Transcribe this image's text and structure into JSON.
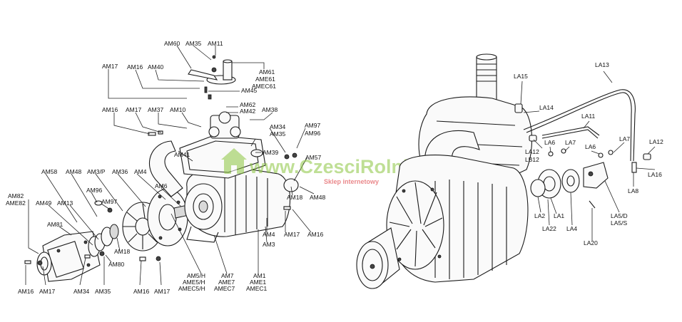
{
  "watermark": {
    "site": "www.CzesciRolnicze.pl",
    "tagline": "Sklep internetowy",
    "accent_green": "#8cc63f",
    "accent_red": "#d9262b"
  },
  "left_labels": {
    "am60": "AM60",
    "am35_top": "AM35",
    "am11": "AM11",
    "am61": "AM61",
    "ame61": "AME61",
    "amec61": "AMEC61",
    "am17_top": "AM17",
    "am16_top": "AM16",
    "am40": "AM40",
    "am45": "AM45",
    "am62": "AM62",
    "am42": "AM42",
    "am16_mid": "AM16",
    "am17_mid": "AM17",
    "am37": "AM37",
    "am10": "AM10",
    "am38": "AM38",
    "am97": "AM97",
    "am96_r": "AM96",
    "am34": "AM34",
    "am35_mid": "AM35",
    "am41": "AM41",
    "am39": "AM39",
    "am58": "AM58",
    "am48_l": "AM48",
    "am3p": "AM3/P",
    "am36": "AM36",
    "am4_top": "AM4",
    "am6": "AM6",
    "am96_l": "AM96",
    "am97_l": "AM97",
    "am82": "AM82",
    "ame82": "AME82",
    "am49": "AM49",
    "am13": "AM13",
    "am81": "AM81",
    "am57": "AM57",
    "am18_r": "AM18",
    "am48_r": "AM48",
    "am17_r": "AM17",
    "am16_r": "AM16",
    "am4_b": "AM4",
    "am3": "AM3",
    "am18_b": "AM18",
    "am80": "AM80",
    "am5h": "AM5/H",
    "ame5h": "AME5/H",
    "amec5h": "AMEC5/H",
    "am7": "AM7",
    "ame7": "AME7",
    "amec7": "AMEC7",
    "am1": "AM1",
    "ame1": "AME1",
    "amec1": "AMEC1",
    "am16_bl": "AM16",
    "am17_bl": "AM17",
    "am34_b": "AM34",
    "am35_b": "AM35",
    "am16_bc": "AM16",
    "am17_bc": "AM17"
  },
  "right_labels": {
    "la13": "LA13",
    "la15": "LA15",
    "la14": "LA14",
    "la11": "LA11",
    "la12_r": "LA12",
    "la16_r": "LA16",
    "la7_top": "LA7",
    "la6_a": "LA6",
    "la7_a": "LA7",
    "la6_b": "LA6",
    "la12_l": "LA12",
    "lb12": "LB12",
    "la8": "LA8",
    "la2": "LA2",
    "la1": "LA1",
    "la22": "LA22",
    "la4": "LA4",
    "la5d": "LA5/D",
    "la5s": "LA5/S",
    "la20": "LA20"
  }
}
